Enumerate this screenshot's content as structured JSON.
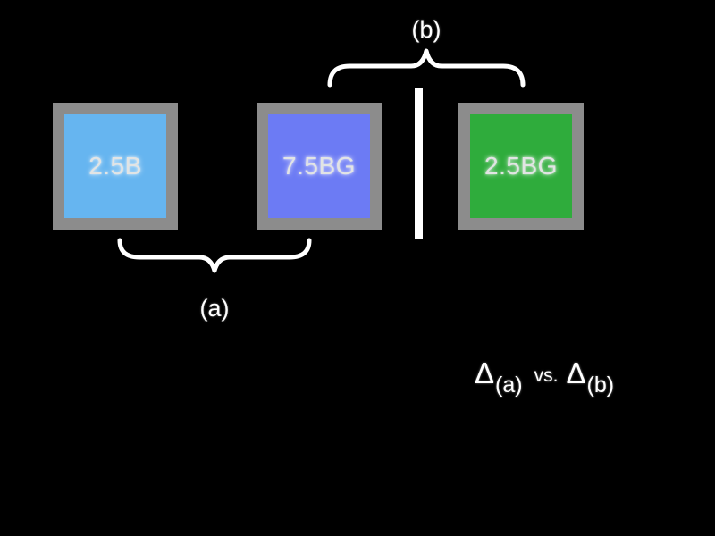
{
  "figure": {
    "background": "#000000",
    "frame_color": "#8c8c8c",
    "label_color": "#e2e4e4",
    "divider_color": "#ffffff",
    "brace_color": "#ffffff",
    "swatches": [
      {
        "label": "2.5B",
        "fill": "#66b5f0"
      },
      {
        "label": "7.5BG",
        "fill": "#6c7bf4"
      },
      {
        "label": "2.5BG",
        "fill": "#2fac3c"
      }
    ],
    "braces": {
      "top_label": "(b)",
      "bottom_label": "(a)"
    },
    "formula": {
      "delta_symbol": "Δ",
      "left_subscript": "(a)",
      "middle": "vs.",
      "right_subscript": "(b)"
    }
  }
}
